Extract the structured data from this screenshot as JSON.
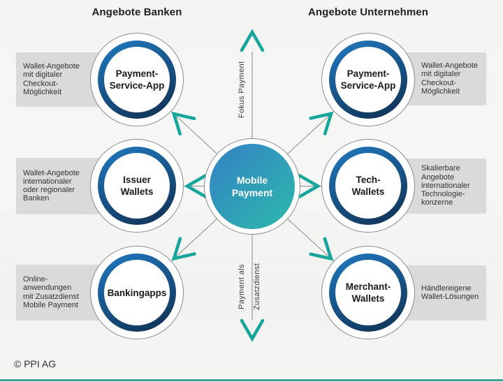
{
  "titles": {
    "left": "Angebote Banken",
    "right": "Angebote Unternehmen"
  },
  "center": {
    "lines": [
      "Mobile",
      "Payment"
    ]
  },
  "axis_labels": {
    "up": "Fokus Payment",
    "down_line1": "Payment als",
    "down_line2": "Zusatzdienst"
  },
  "nodes": [
    {
      "id": "bank-payment-service-app",
      "label_lines": [
        "Payment-",
        "Service-App"
      ],
      "note_lines": [
        "Wallet-Angebote",
        "mit digitaler",
        "Checkout-",
        "Möglichkeit"
      ]
    },
    {
      "id": "bank-issuer-wallets",
      "label_lines": [
        "Issuer",
        "Wallets"
      ],
      "note_lines": [
        "Wallet-Angebote",
        "internationaler",
        "oder regionaler",
        "Banken"
      ]
    },
    {
      "id": "bank-bankingapps",
      "label_lines": [
        "Bankingapps"
      ],
      "note_lines": [
        "Online-",
        "anwendungen",
        "mit Zusatzdienst",
        "Mobile Payment"
      ]
    },
    {
      "id": "firm-payment-service-app",
      "label_lines": [
        "Payment-",
        "Service-App"
      ],
      "note_lines": [
        "Wallet-Angebote",
        "mit digitaler",
        "Checkout-",
        "Möglichkeit"
      ]
    },
    {
      "id": "firm-tech-wallets",
      "label_lines": [
        "Tech-",
        "Wallets"
      ],
      "note_lines": [
        "Skalierbare",
        "Angebote",
        "internationaler",
        "Technologie-",
        "konzerne"
      ]
    },
    {
      "id": "firm-merchant-wallets",
      "label_lines": [
        "Merchant-",
        "Wallets"
      ],
      "note_lines": [
        "Händlereigene",
        "Wallet-Lösungen"
      ]
    }
  ],
  "footer": {
    "copyright": "© PPI AG"
  },
  "colors": {
    "arrow_teal": "#18a59b",
    "ring_gradient_start": "#1f74b9",
    "ring_gradient_end": "#12375c",
    "center_gradient_start": "#3381c5",
    "center_gradient_end": "#2db9ab",
    "note_background": "#dadada",
    "line_gray": "#8a8a8a",
    "bottom_bar": "#459e96"
  }
}
